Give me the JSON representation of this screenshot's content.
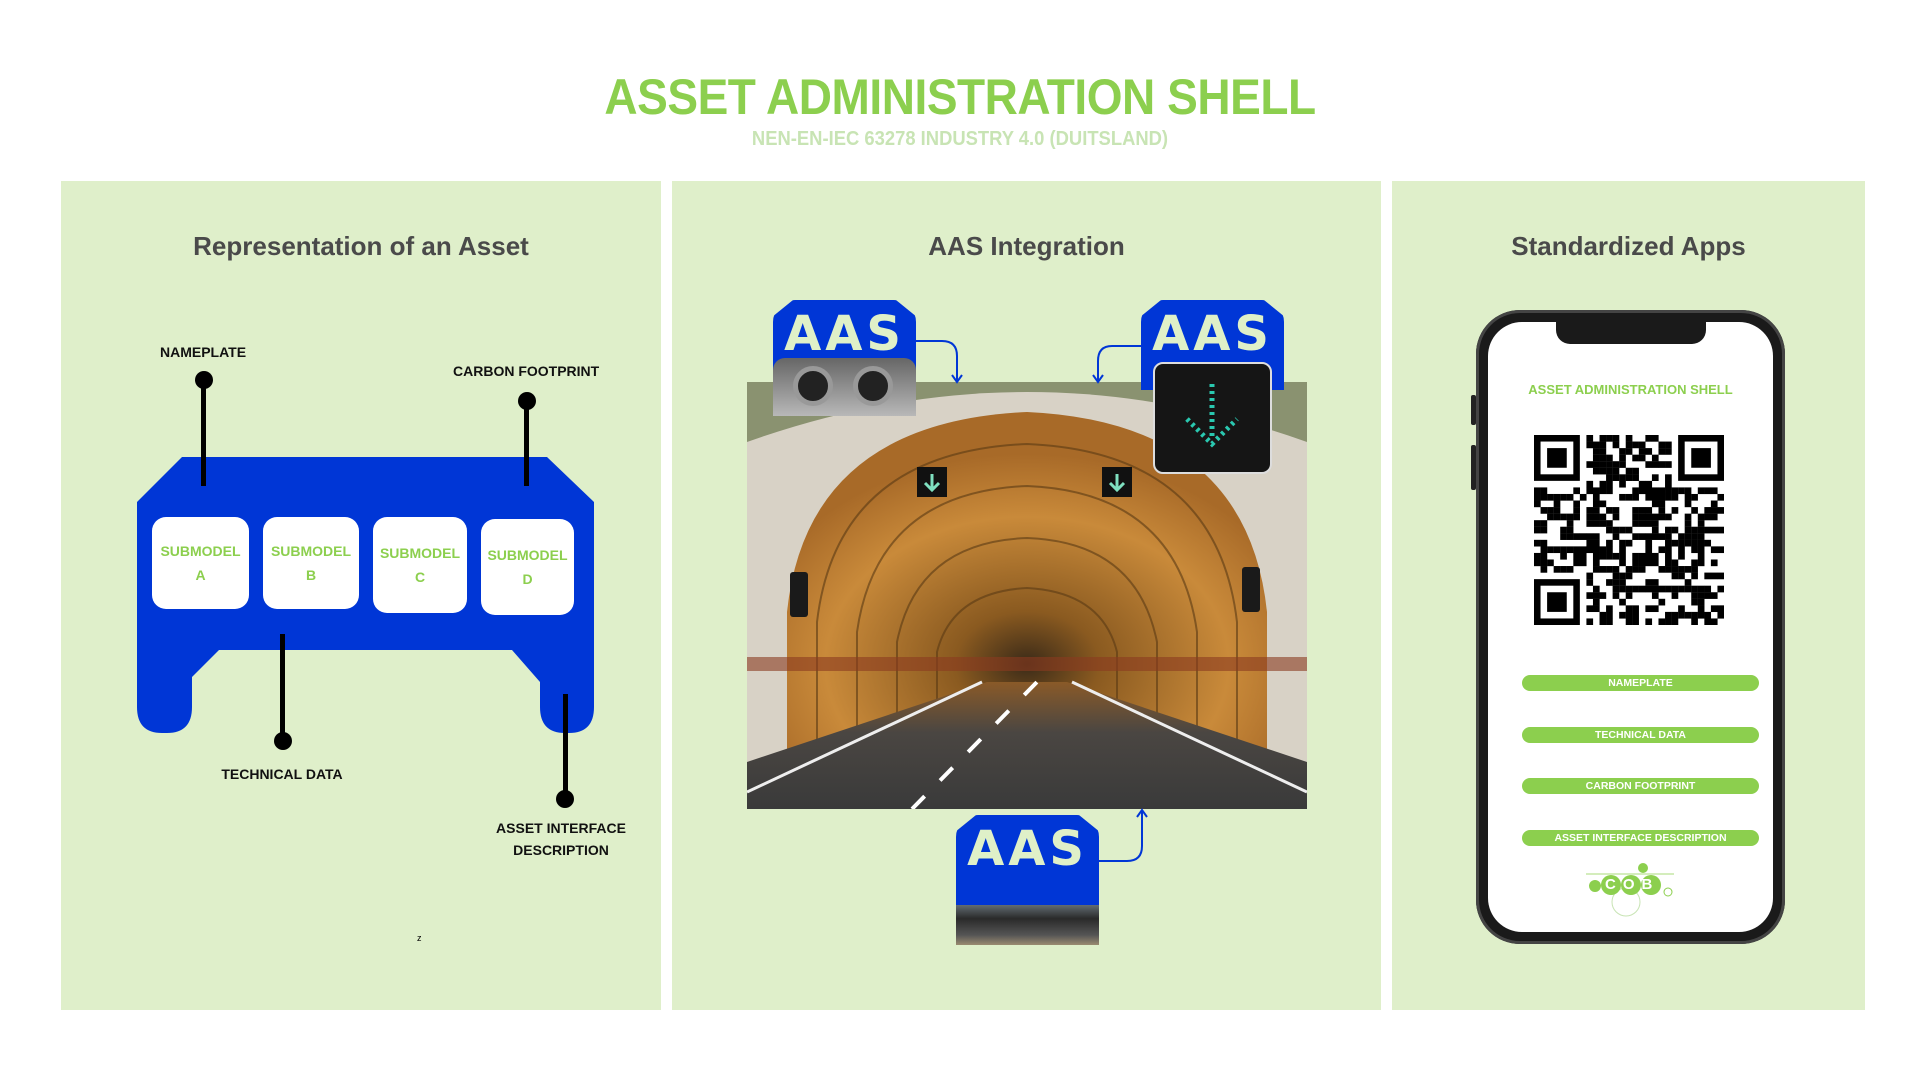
{
  "header": {
    "title": "ASSET ADMINISTRATION SHELL",
    "subtitle": "NEN-EN-IEC 63278 INDUSTRY 4.0 (DUITSLAND)"
  },
  "left_panel": {
    "title": "Representation of an Asset",
    "labels": {
      "nameplate": "NAMEPLATE",
      "carbon": "CARBON FOOTPRINT",
      "technical": "TECHNICAL DATA",
      "interface_1": "ASSET INTERFACE",
      "interface_2": "DESCRIPTION"
    },
    "submodels": [
      {
        "line1": "SUBMODEL",
        "line2": "A"
      },
      {
        "line1": "SUBMODEL",
        "line2": "B"
      },
      {
        "line1": "SUBMODEL",
        "line2": "C"
      },
      {
        "line1": "SUBMODEL",
        "line2": "D"
      }
    ],
    "stray_mark": "z"
  },
  "middle_panel": {
    "title": "AAS Integration",
    "badges": [
      "AAS",
      "AAS",
      "AAS"
    ]
  },
  "right_panel": {
    "title": "Standardized Apps",
    "phone": {
      "title": "ASSET ADMINISTRATION SHELL",
      "buttons": [
        "NAMEPLATE",
        "TECHNICAL DATA",
        "CARBON FOOTPRINT",
        "ASSET INTERFACE DESCRIPTION"
      ],
      "logo": "COB"
    }
  },
  "colors": {
    "green": "#8ccf4e",
    "blue": "#0036d6",
    "panel": "#dfefca"
  }
}
